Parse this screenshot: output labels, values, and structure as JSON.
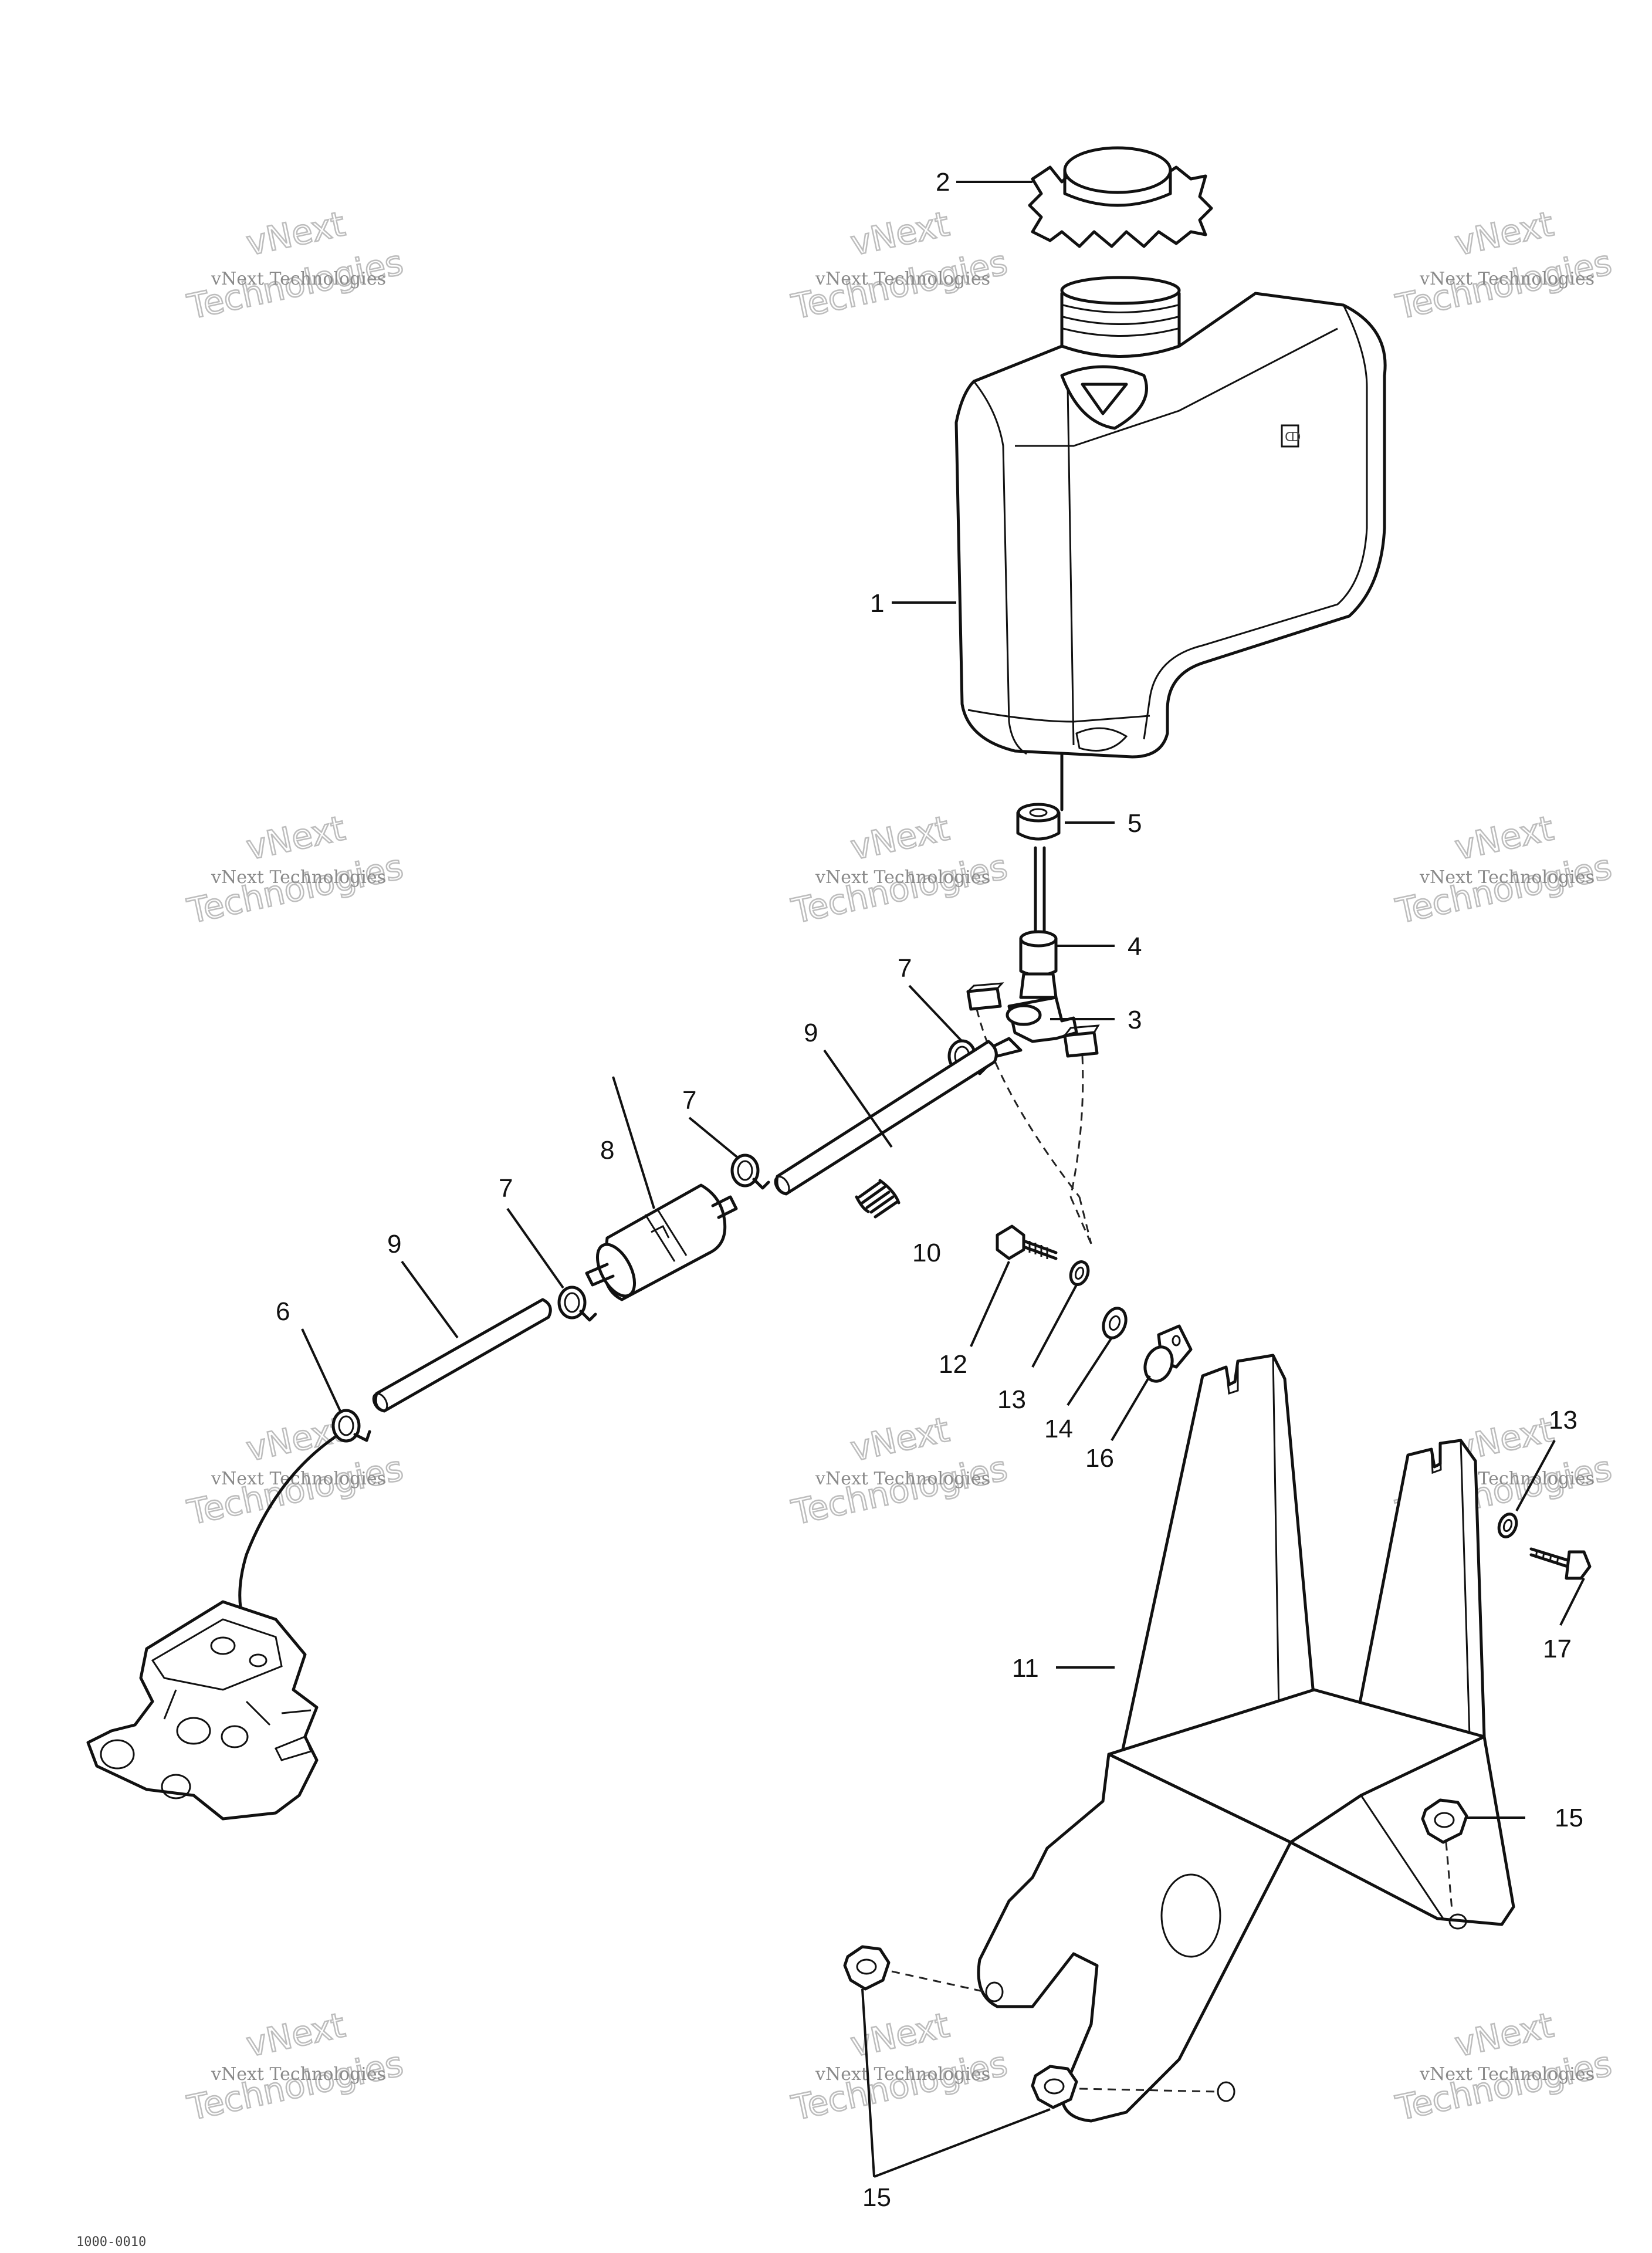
{
  "diagram": {
    "callouts": {
      "c1": "1",
      "c2": "2",
      "c3": "3",
      "c4": "4",
      "c5": "5",
      "c6": "6",
      "c7a": "7",
      "c7b": "7",
      "c7c": "7",
      "c8": "8",
      "c9a": "9",
      "c9b": "9",
      "c10": "10",
      "c11": "11",
      "c12": "12",
      "c13a": "13",
      "c13b": "13",
      "c14": "14",
      "c15a": "15",
      "c15b": "15",
      "c16": "16",
      "c17": "17"
    },
    "tank_mark": "ↀ",
    "watermark": {
      "line1": "vNext Technologies",
      "line2": "vNext",
      "line3": "Technologies"
    },
    "footer_ref": "1000-0010"
  }
}
